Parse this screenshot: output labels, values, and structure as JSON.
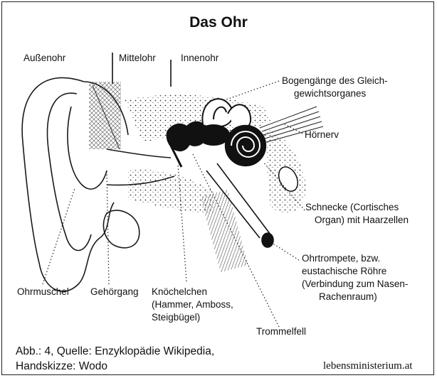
{
  "title": "Das Ohr",
  "regions": {
    "outer": "Außenohr",
    "middle": "Mittelohr",
    "inner": "Innenohr"
  },
  "labels": {
    "semicircular_1": "Bogengänge des Gleich-",
    "semicircular_2": "gewichtsorganes",
    "auditory_nerve": "Hörnerv",
    "cochlea_1": "Schnecke (Cortisches",
    "cochlea_2": "Organ) mit Haarzellen",
    "eustachian_1": "Ohrtrompete, bzw.",
    "eustachian_2": "eustachische Röhre",
    "eustachian_3": "(Verbindung zum Nasen-",
    "eustachian_4": "Rachenraum)",
    "auricle": "Ohrmuschel",
    "ear_canal": "Gehörgang",
    "ossicles_1": "Knöchelchen",
    "ossicles_2": "(Hammer, Amboss,",
    "ossicles_3": "Steigbügel)",
    "eardrum": "Trommelfell"
  },
  "source": {
    "line1": "Abb.: 4, Quelle: Enzyklopädie Wikipedia,",
    "line2": "Handskizze: Wodo"
  },
  "credit": "lebensministerium.at"
}
